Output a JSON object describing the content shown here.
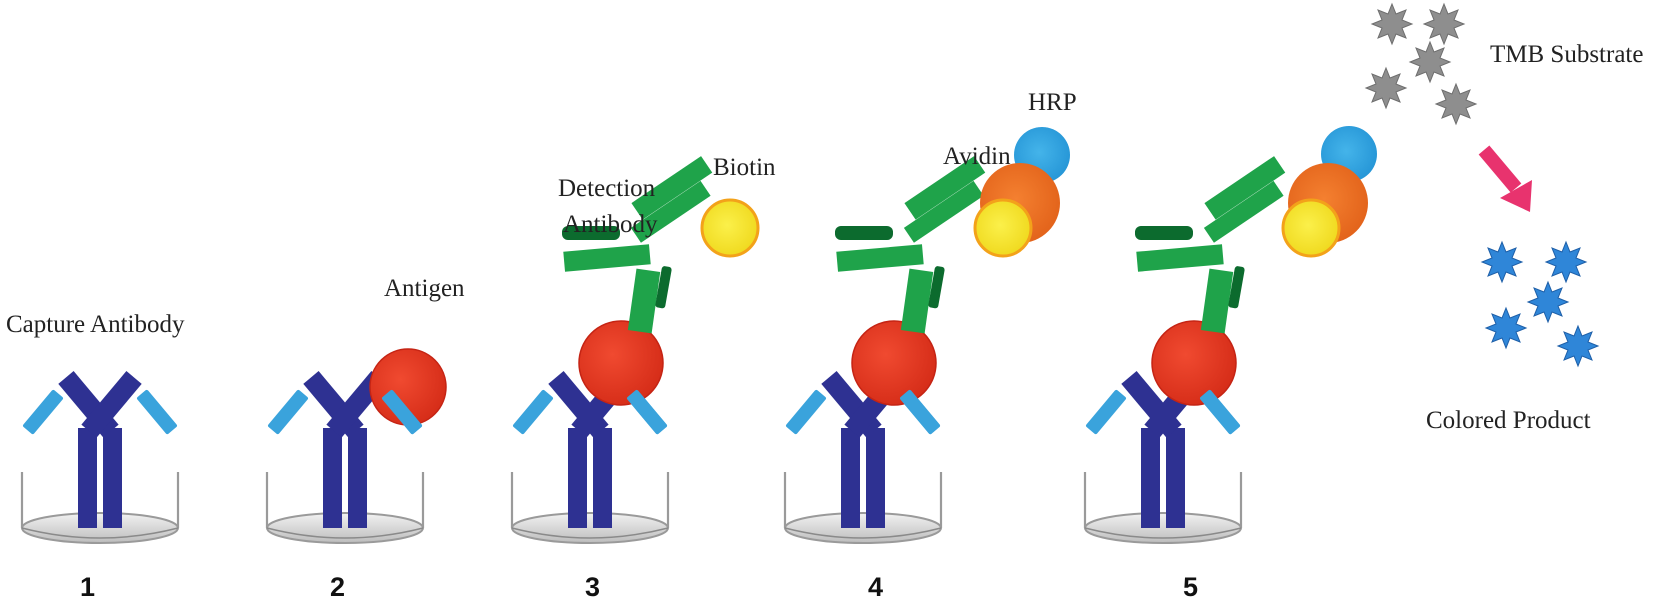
{
  "labels": {
    "capture_antibody": "Capture Antibody",
    "antigen": "Antigen",
    "detection_antibody_line1": "Detection",
    "detection_antibody_line2": "Antibody",
    "biotin": "Biotin",
    "avidin": "Avidin",
    "hrp": "HRP",
    "tmb_substrate": "TMB Substrate",
    "colored_product": "Colored Product"
  },
  "steps": [
    "1",
    "2",
    "3",
    "4",
    "5"
  ],
  "colors": {
    "capture_antibody": "#2e3192",
    "capture_tip": "#3aa3dc",
    "antigen": "#e8321e",
    "detection_antibody": "#1fa34a",
    "detection_dark": "#0c6b2e",
    "biotin": "#f6e52a",
    "biotin_ring": "#f3a21a",
    "avidin": "#f07022",
    "hrp": "#2da5e0",
    "tmb_star": "#8e8e8e",
    "colored_product_star": "#2f86d8",
    "arrow": "#e8336e",
    "well_rim": "#9a9a9a",
    "well_fill": "#d9d9d9"
  }
}
